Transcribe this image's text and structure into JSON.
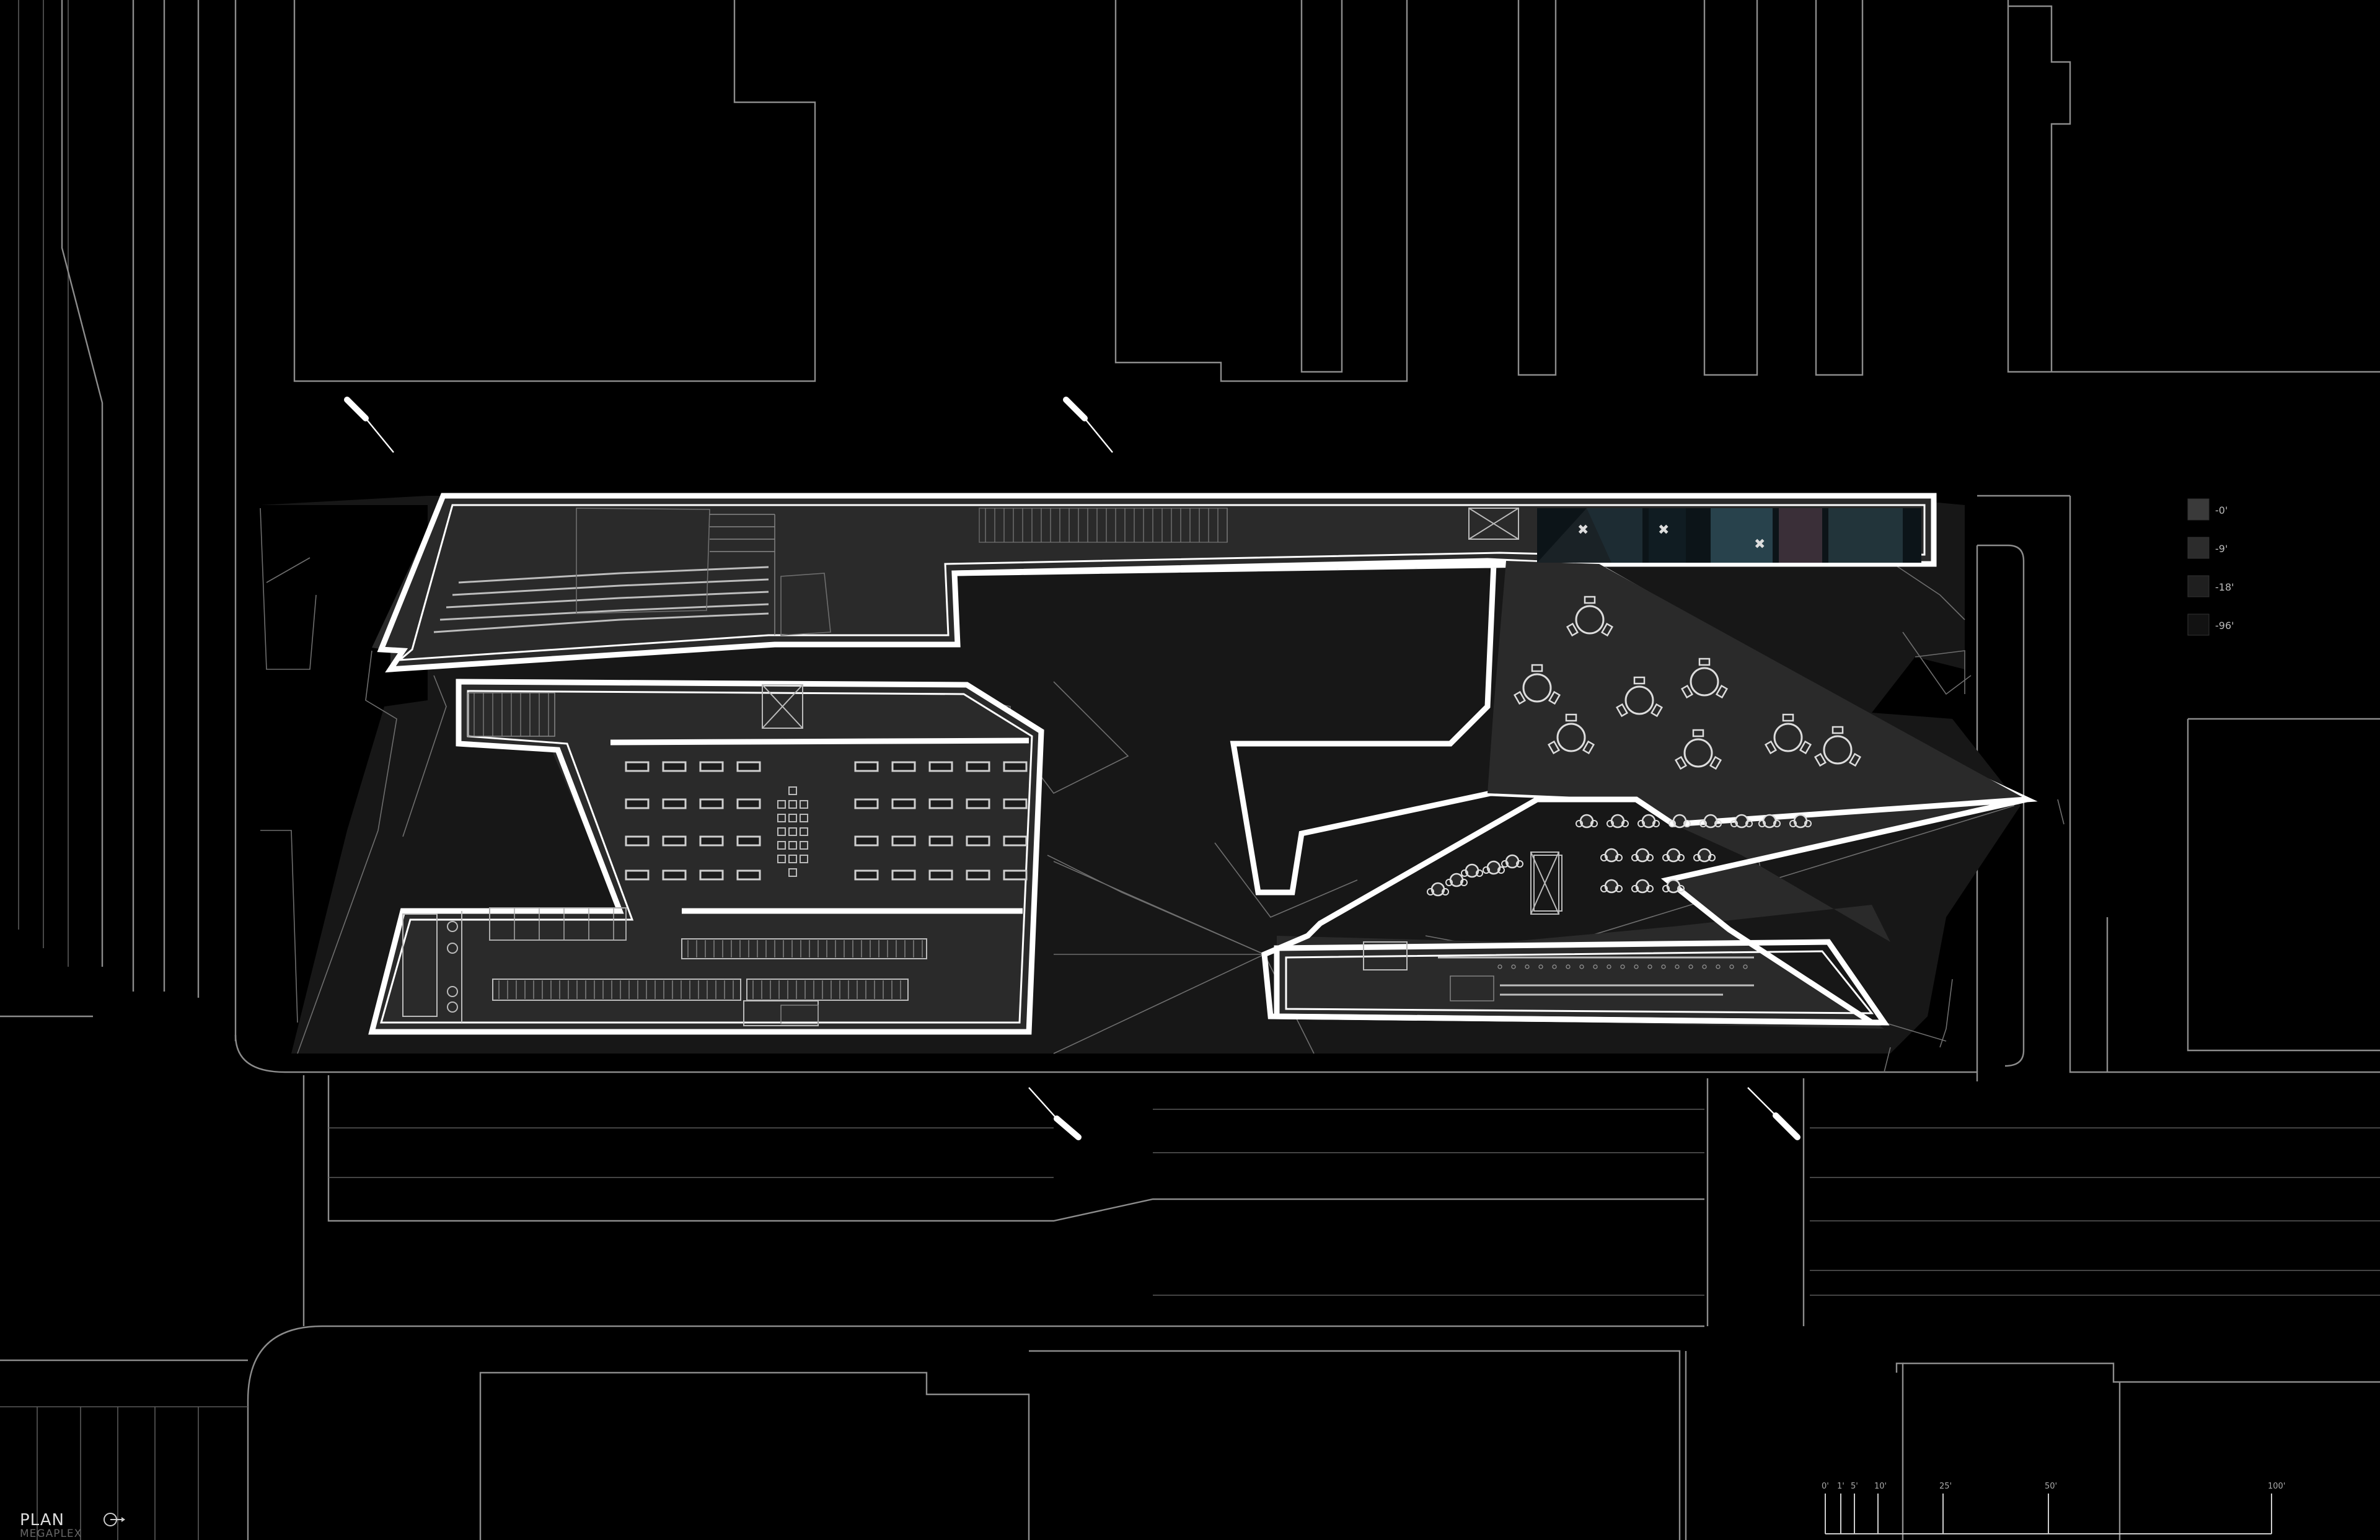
{
  "drawing": {
    "title": "PLAN",
    "subtitle": "MEGAPLEX"
  },
  "legend": {
    "items": [
      {
        "label": "-0'",
        "color": "#3a3a3a"
      },
      {
        "label": "-9'",
        "color": "#2c2c2c"
      },
      {
        "label": "-18'",
        "color": "#1f1f1f"
      },
      {
        "label": "-96'",
        "color": "#121212"
      }
    ]
  },
  "scale_bar": {
    "labels": [
      "0'",
      "1'",
      "5'",
      "10'",
      "25'",
      "50'",
      "100'"
    ]
  },
  "colors": {
    "background": "#000000",
    "context_lines": "#8c8c8c",
    "walls": "#ffffff",
    "floor": "#2a2a2a"
  },
  "icons": {
    "north_arrow": "north-arrow-icon"
  }
}
